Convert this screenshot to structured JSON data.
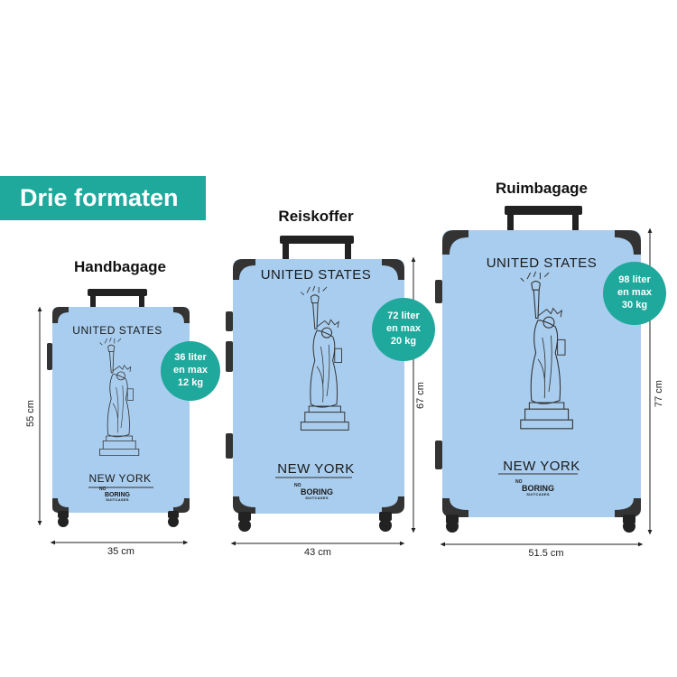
{
  "banner": {
    "label": "Drie formaten"
  },
  "colors": {
    "accent": "#1fa89c",
    "case_blue": "#a9cdee",
    "dark": "#222222"
  },
  "suitcases": [
    {
      "title": "Handbagage",
      "top_text": "UNITED STATES",
      "bottom_text": "NEW YORK",
      "badge": [
        "36 liter",
        "en max",
        "12 kg"
      ],
      "height_label": "55 cm",
      "width_label": "35 cm",
      "brand": {
        "line1": "NO",
        "line2": "BORING",
        "line3": "SUITCASES"
      }
    },
    {
      "title": "Reiskoffer",
      "top_text": "UNITED STATES",
      "bottom_text": "NEW YORK",
      "badge": [
        "72 liter",
        "en max",
        "20 kg"
      ],
      "height_label": "67 cm",
      "width_label": "43 cm",
      "brand": {
        "line1": "NO",
        "line2": "BORING",
        "line3": "SUITCASES"
      }
    },
    {
      "title": "Ruimbagage",
      "top_text": "UNITED STATES",
      "bottom_text": "NEW YORK",
      "badge": [
        "98 liter",
        "en max",
        "30 kg"
      ],
      "height_label": "77 cm",
      "width_label": "51.5 cm",
      "brand": {
        "line1": "NO",
        "line2": "BORING",
        "line3": "SUITCASES"
      }
    }
  ]
}
